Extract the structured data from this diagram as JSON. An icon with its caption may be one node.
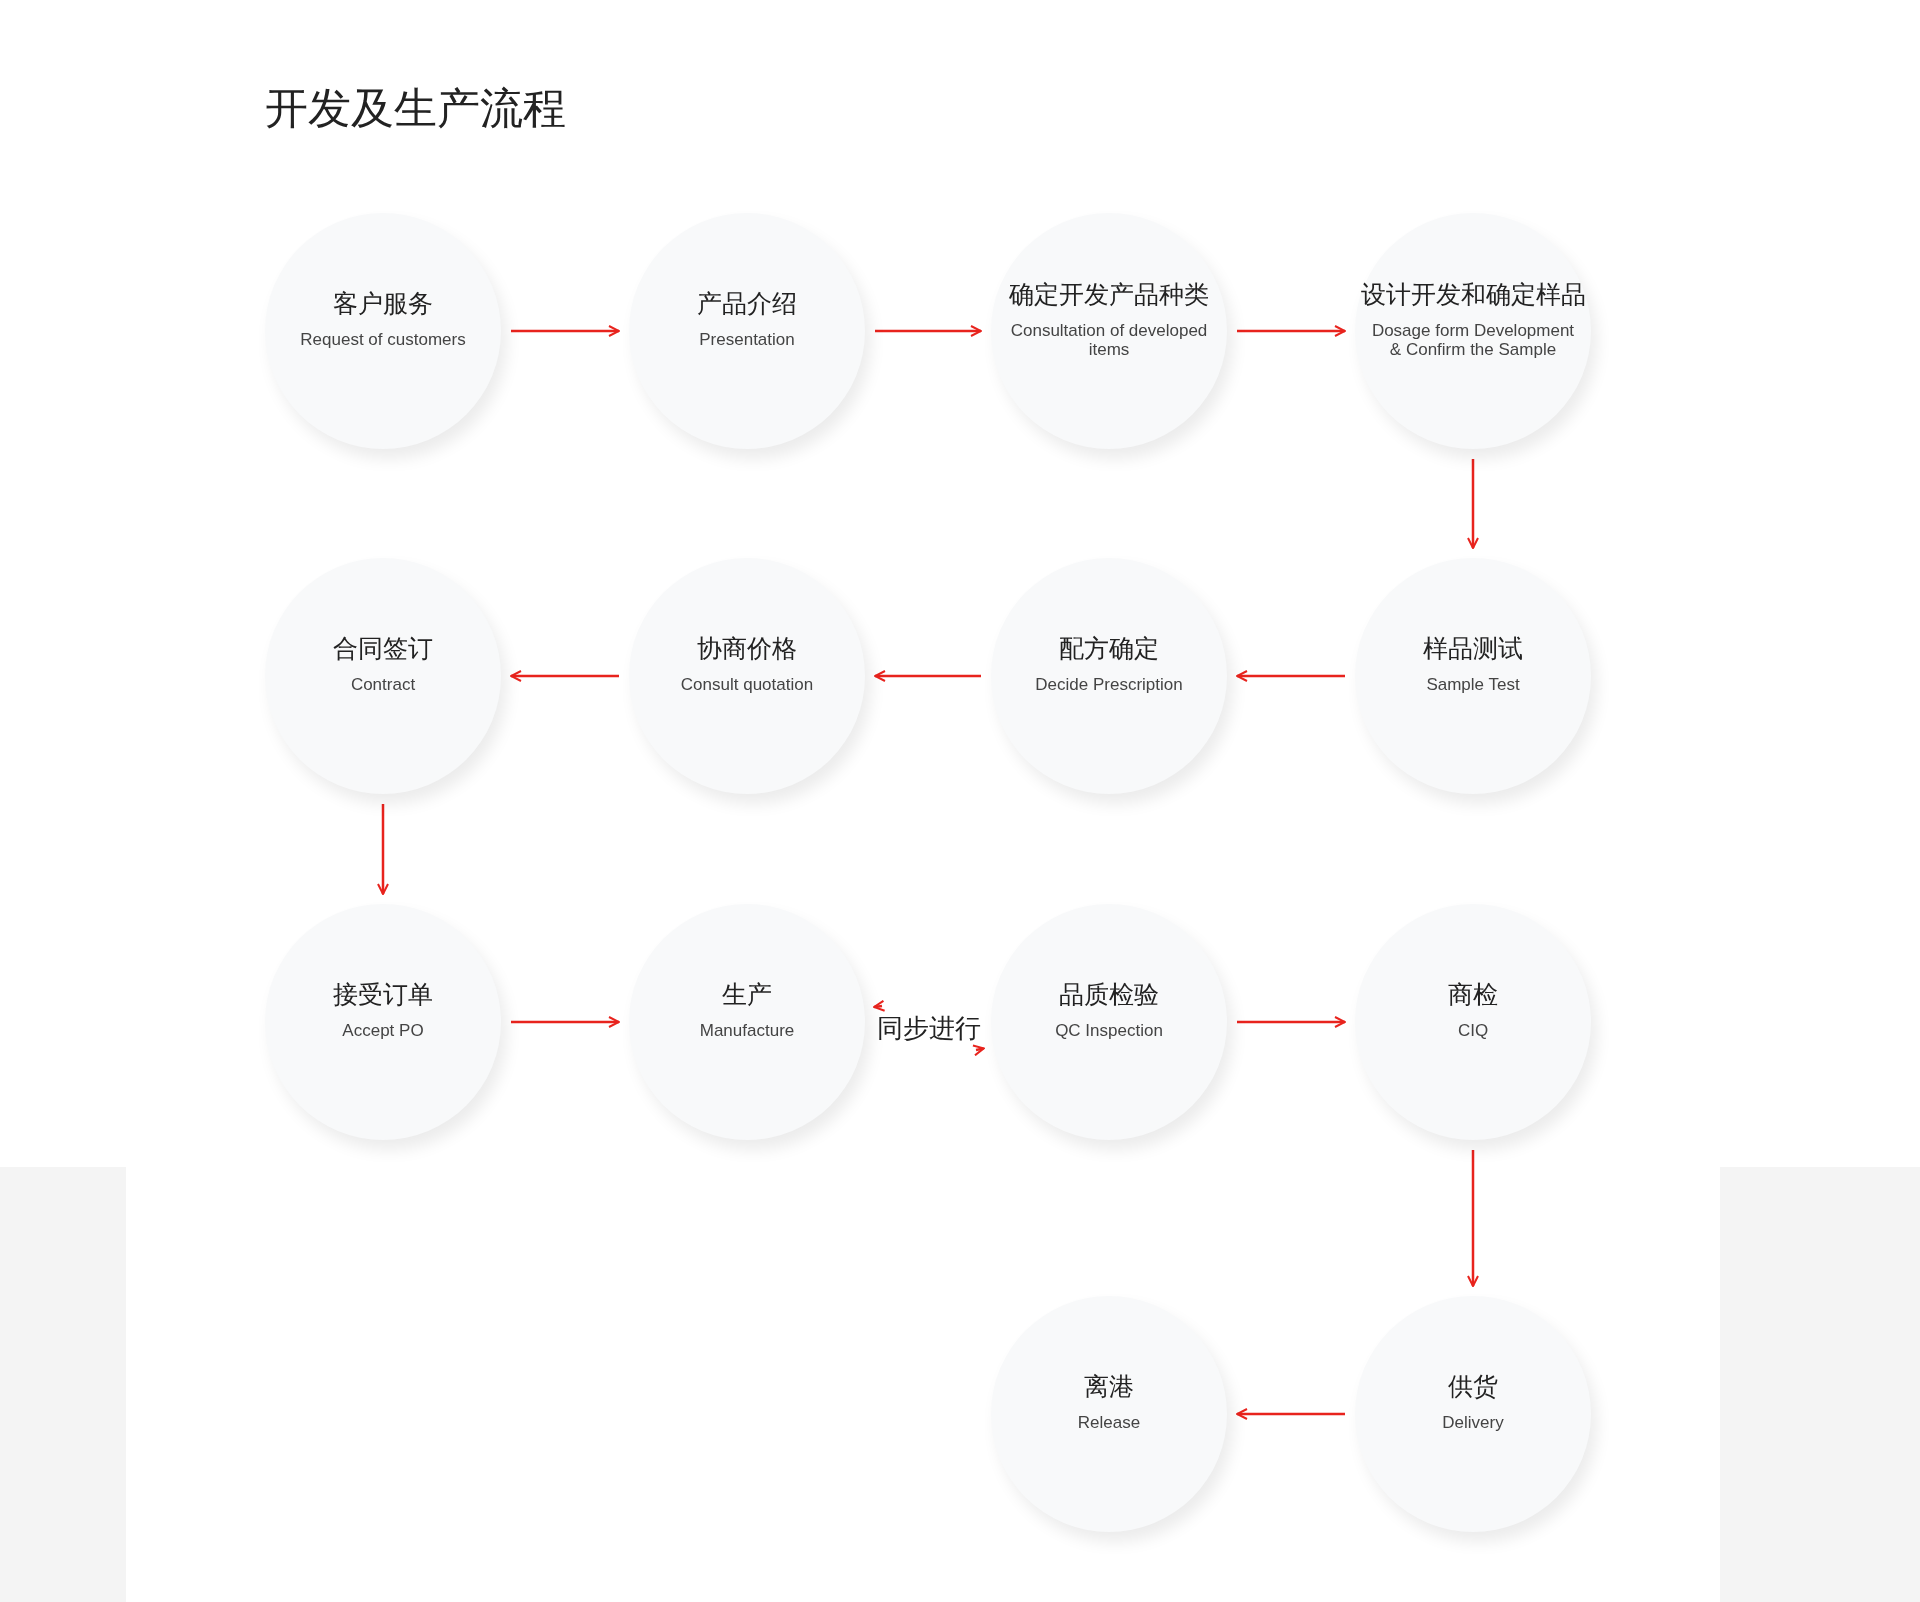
{
  "diagram": {
    "title": "开发及生产流程",
    "nodes": [
      {
        "text": [
          "客户服务",
          "Request of customers"
        ]
      },
      {
        "text": [
          "产品介绍",
          "Presentation"
        ]
      },
      {
        "text": [
          "确定开发产品种类",
          "Consultation of developed items"
        ]
      },
      {
        "text": [
          "设计开发和确定样品",
          "Dosage form Development & Confirm the Sample"
        ]
      },
      {
        "text": [
          "合同签订",
          "Contract"
        ]
      },
      {
        "text": [
          "协商价格",
          "Consult quotation"
        ]
      },
      {
        "text": [
          "配方确定",
          "Decide Prescription"
        ]
      },
      {
        "text": [
          "样品测试",
          "Sample Test"
        ]
      },
      {
        "text": [
          "接受订单",
          "Accept PO"
        ]
      },
      {
        "text": [
          "生产",
          "Manufacture"
        ]
      },
      {
        "text": [
          "同步进行"
        ]
      },
      {
        "text": [
          "品质检验",
          "QC Inspection"
        ]
      },
      {
        "text": [
          "商检",
          "CIQ"
        ]
      },
      {
        "text": [
          "离港",
          "Release"
        ]
      },
      {
        "text": [
          "供货",
          "Delivery"
        ]
      }
    ],
    "edges": [
      {
        "from": 0,
        "to": 1,
        "arrow": "to"
      },
      {
        "from": 1,
        "to": 2,
        "arrow": "to"
      },
      {
        "from": 2,
        "to": 3,
        "arrow": "to"
      },
      {
        "from": 3,
        "to": 7,
        "arrow": "to"
      },
      {
        "from": 7,
        "to": 6,
        "arrow": "to"
      },
      {
        "from": 6,
        "to": 5,
        "arrow": "to"
      },
      {
        "from": 5,
        "to": 4,
        "arrow": "to"
      },
      {
        "from": 4,
        "to": 8,
        "arrow": "to"
      },
      {
        "from": 8,
        "to": 9,
        "arrow": "to"
      },
      {
        "from": 10,
        "to": 9,
        "arrow": "to"
      },
      {
        "from": 10,
        "to": 11,
        "arrow": "to"
      },
      {
        "from": 11,
        "to": 12,
        "arrow": "to"
      },
      {
        "from": 12,
        "to": 14,
        "arrow": "to"
      },
      {
        "from": 14,
        "to": 13,
        "arrow": "to"
      }
    ]
  }
}
